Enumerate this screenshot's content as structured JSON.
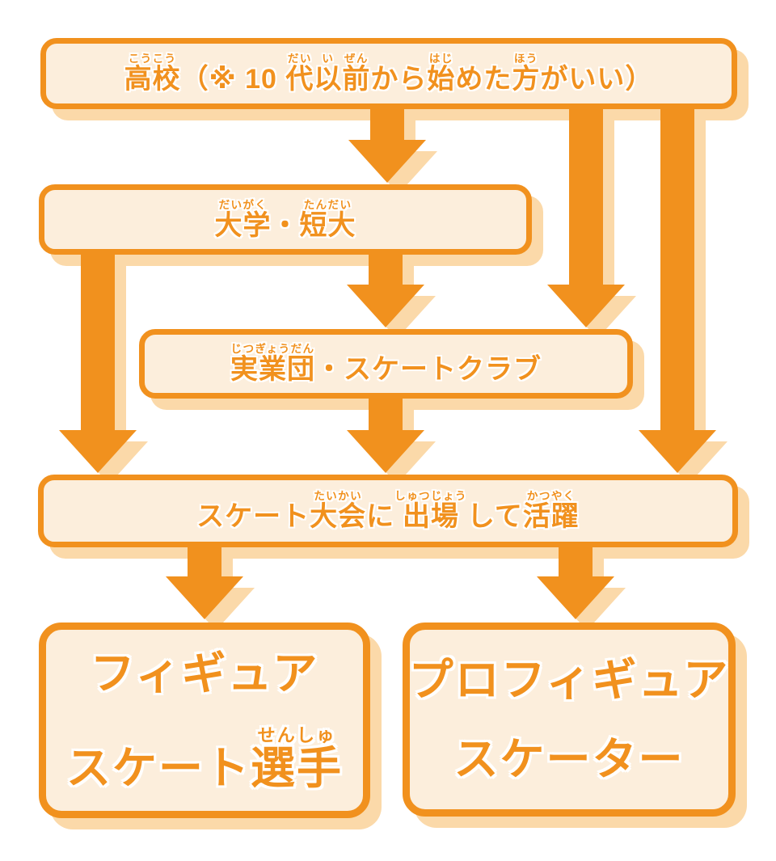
{
  "colors": {
    "arrow": "#F1911E",
    "box_border": "#F1911E",
    "box_fill": "#FCEEDC",
    "shadow": "#FBD9A9",
    "text": "#F1911E",
    "text_outline": "#FFFFFF"
  },
  "boxes": {
    "highschool": {
      "text": "高校（※ 10 代以前から始めた方がいい）",
      "segments": [
        {
          "b": "高校",
          "r": "こうこう"
        },
        {
          "b": "（※ 10 ",
          "r": ""
        },
        {
          "b": "代",
          "r": "だい"
        },
        {
          "b": "以",
          "r": "い"
        },
        {
          "b": "前",
          "r": "ぜん"
        },
        {
          "b": "から",
          "r": ""
        },
        {
          "b": "始",
          "r": "はじ"
        },
        {
          "b": "めた",
          "r": ""
        },
        {
          "b": "方",
          "r": "ほう"
        },
        {
          "b": "がいい）",
          "r": ""
        }
      ]
    },
    "university": {
      "text": "大学・短大",
      "segments": [
        {
          "b": "大学",
          "r": "だいがく"
        },
        {
          "b": "・",
          "r": ""
        },
        {
          "b": "短大",
          "r": "たんだい"
        }
      ]
    },
    "corporate": {
      "text": "実業団・スケートクラブ",
      "segments": [
        {
          "b": "実業団",
          "r": "じつぎょうだん"
        },
        {
          "b": "・スケートクラブ",
          "r": ""
        }
      ]
    },
    "competition": {
      "text": "スケート大会に出場して活躍",
      "segments": [
        {
          "b": "スケート",
          "r": ""
        },
        {
          "b": "大会",
          "r": "たいかい"
        },
        {
          "b": "に",
          "r": ""
        },
        {
          "b": "出場",
          "r": "しゅつじょう"
        },
        {
          "b": "して",
          "r": ""
        },
        {
          "b": "活躍",
          "r": "かつやく"
        }
      ]
    },
    "figure_skater": {
      "text": "フィギュアスケート選手",
      "lines": [
        [
          {
            "b": "フィギュア",
            "r": ""
          }
        ],
        [
          {
            "b": "スケート",
            "r": ""
          },
          {
            "b": "選手",
            "r": "せんしゅ"
          }
        ]
      ]
    },
    "pro_skater": {
      "text": "プロフィギュアスケーター",
      "lines": [
        [
          {
            "b": "プロフィギュア",
            "r": ""
          }
        ],
        [
          {
            "b": "スケーター",
            "r": ""
          }
        ]
      ]
    }
  },
  "flow": {
    "edges": [
      {
        "from": "highschool",
        "to": "university"
      },
      {
        "from": "highschool",
        "to": "corporate"
      },
      {
        "from": "highschool",
        "to": "competition"
      },
      {
        "from": "university",
        "to": "corporate"
      },
      {
        "from": "university",
        "to": "competition"
      },
      {
        "from": "corporate",
        "to": "competition"
      },
      {
        "from": "competition",
        "to": "figure_skater"
      },
      {
        "from": "competition",
        "to": "pro_skater"
      }
    ]
  }
}
